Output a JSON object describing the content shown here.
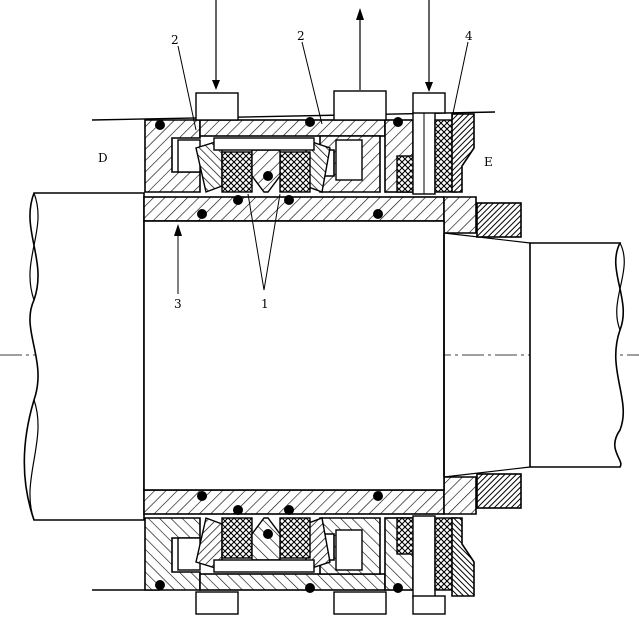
{
  "labels": {
    "part1": "1",
    "part2_left": "2",
    "part2_right": "2",
    "part3": "3",
    "part4": "4",
    "side_d": "D",
    "side_e": "E"
  },
  "colors": {
    "line": "#000000",
    "background": "#ffffff"
  }
}
